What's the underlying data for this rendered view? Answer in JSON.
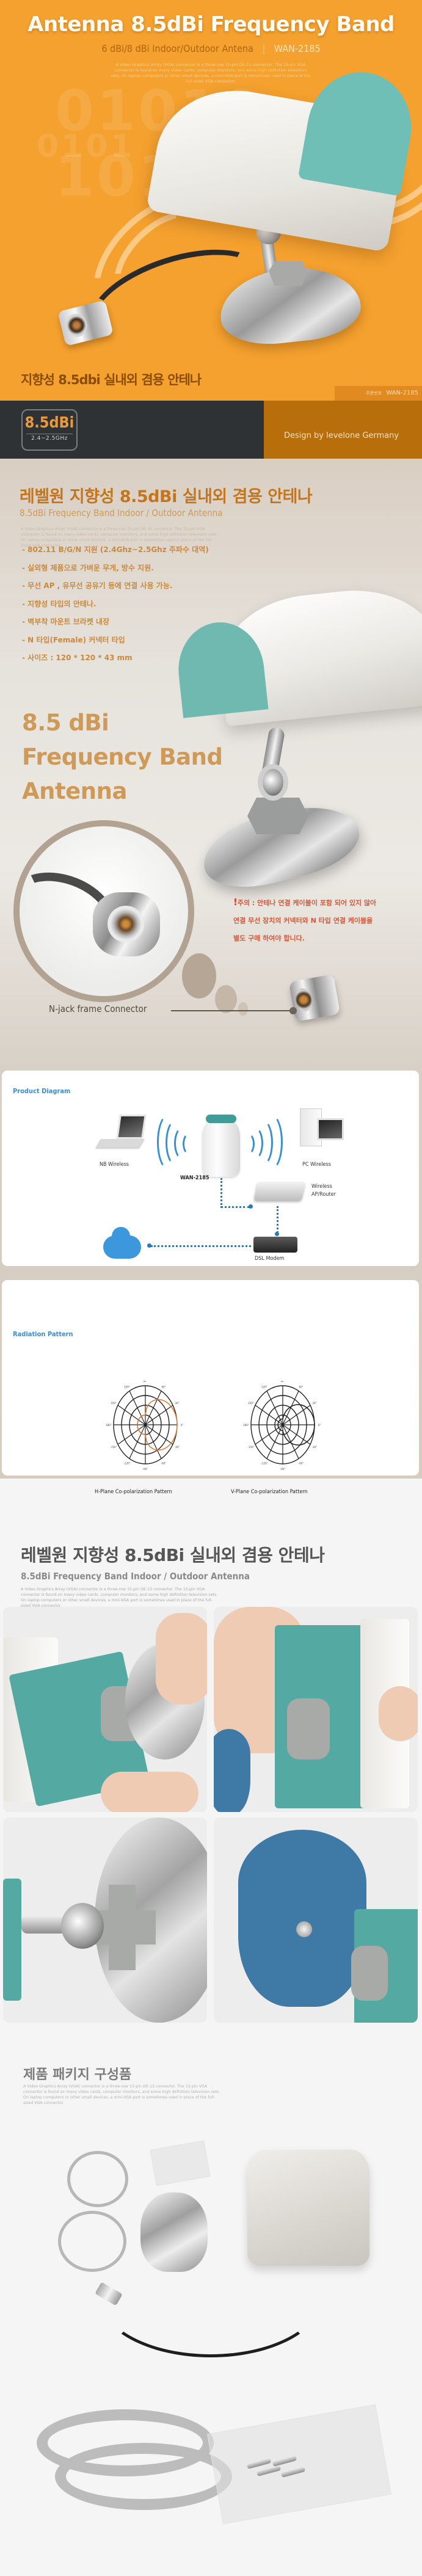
{
  "hero": {
    "title": "Antenna 8.5dBi Frequency Band",
    "subtitle_main": "6 dBi/8 dBi Indoor/Outdoor Antena",
    "subtitle_separator": "|",
    "subtitle_model": "WAN-2185",
    "description": "A Video Graphics Array (VGA) connector is a three-row 15-pin DE-15 connector. The 15-pin VGA connector is found on many video cards, computer monitors, and some high definition television sets. On laptop computers or other small devices, a mini-VGA port is sometimes used in place of the full-sized VGA connector.",
    "binary_row1": "01010 1010",
    "binary_row2": "0101",
    "korean_title": "지향성 8.5dbi 실내외 겸용 안테나",
    "order_label": "주문번호",
    "order_number": "WAN-2185"
  },
  "band": {
    "badge_value": "8.5dBi",
    "badge_range": "2.4~2.5GHz",
    "designer": "Design by levelone Germany"
  },
  "features": {
    "title_prefix": "레벨원 지향성 ",
    "title_bold": "8.5dBi",
    "title_suffix": " 실내외 겸용 안테나",
    "subtitle": "8.5dBi Frequency Band Indoor / Outdoor Antenna",
    "description": "A Video Graphics Array (VGA) connector is a three-row 15-pin DE-15 connector. The 15-pin VGA connector is found on many video cards, computer monitors, and some high definition television sets. On laptop computers or other small devices, a mini-VGA port is sometimes used in place of the full-sized VGA connector.",
    "bullets": [
      "- 802.11 B/G/N 지원 (2.4Ghz~2.5Ghz 주파수 대역)",
      "- 실외형 제품으로 가벼운 무게, 방수 지원.",
      "- 무선 AP , 유무선 공유기 등에 연결 사용 가능.",
      "- 지향성 타입의 안테나.",
      "- 벽부착 마운트 브라켓 내장",
      "- N 타입(Female) 커넥터 타입",
      "- 사이즈 : 120 * 120 * 43 mm"
    ],
    "big_line1": "8.5 dBi",
    "big_line2": "Frequency Band",
    "big_line3": "Antenna",
    "warning_mark": "!",
    "warning_line1": "주의 : 안테나 연결 케이블이 포함 되어 있지 않아",
    "warning_line2": "연결 무선 장치의 커넥터와 N 타입 연결 케이블을",
    "warning_line3": "별도 구매 하여야 합니다.",
    "connector_label": "N-jack frame Connector"
  },
  "diagram": {
    "title": "Product Diagram",
    "labels": {
      "laptop": "NB Wireless",
      "pc": "PC Wireless",
      "antenna": "WAN-2185",
      "router_line1": "Wireless",
      "router_line2": "AP/Router",
      "modem": "DSL Modem"
    }
  },
  "radiation": {
    "title": "Radiation Pattern",
    "h_caption": "H-Plane Co-polarization Pattern",
    "v_caption": "V-Plane Co-polarization Pattern",
    "h_angle_labels": [
      "0°",
      "30°",
      "60°",
      "90°",
      "120°",
      "150°",
      "180°",
      "-150°",
      "-120°",
      "-90°",
      "-60°",
      "-30°"
    ],
    "v_angle_labels": [
      "0°",
      "30°",
      "60°",
      "90°",
      "120°",
      "150°",
      "180°",
      "-150°",
      "-120°",
      "-90°",
      "-60°",
      "-30°"
    ],
    "h_pattern_color": "#d9803a",
    "v_pattern_color": "#222222"
  },
  "installation": {
    "title": "레벨원 지향성 8.5dBi 실내외 겸용 안테나",
    "subtitle": "8.5dBi Frequency Band Indoor / Outdoor Antenna",
    "description": "A Video Graphics Array (VGA) connector is a three-row 15-pin DE-15 connector. The 15-pin VGA connector is found on many video cards, computer monitors, and some high definition television sets. On laptop computers or other small devices, a mini-VGA port is sometimes used in place of the full-sized VGA connector."
  },
  "package": {
    "title": "제품 패키지 구성품",
    "description": "A Video Graphics Array (VGA) connector is a three-row 15-pin DE-15 connector. The 15-pin VGA connector is found on many video cards, computer monitors, and some high definition television sets. On laptop computers or other small devices, a mini-VGA port is sometimes used in place of the full-sized VGA connector."
  },
  "colors": {
    "hero_orange": "#f4a12f",
    "band_dark": "#2e3235",
    "band_accent": "#b86e0a",
    "tan_bg": "#d9cec2",
    "accent_text": "#c4761e",
    "warning_red": "#d05a3c",
    "diagram_blue": "#3f8cc9"
  }
}
